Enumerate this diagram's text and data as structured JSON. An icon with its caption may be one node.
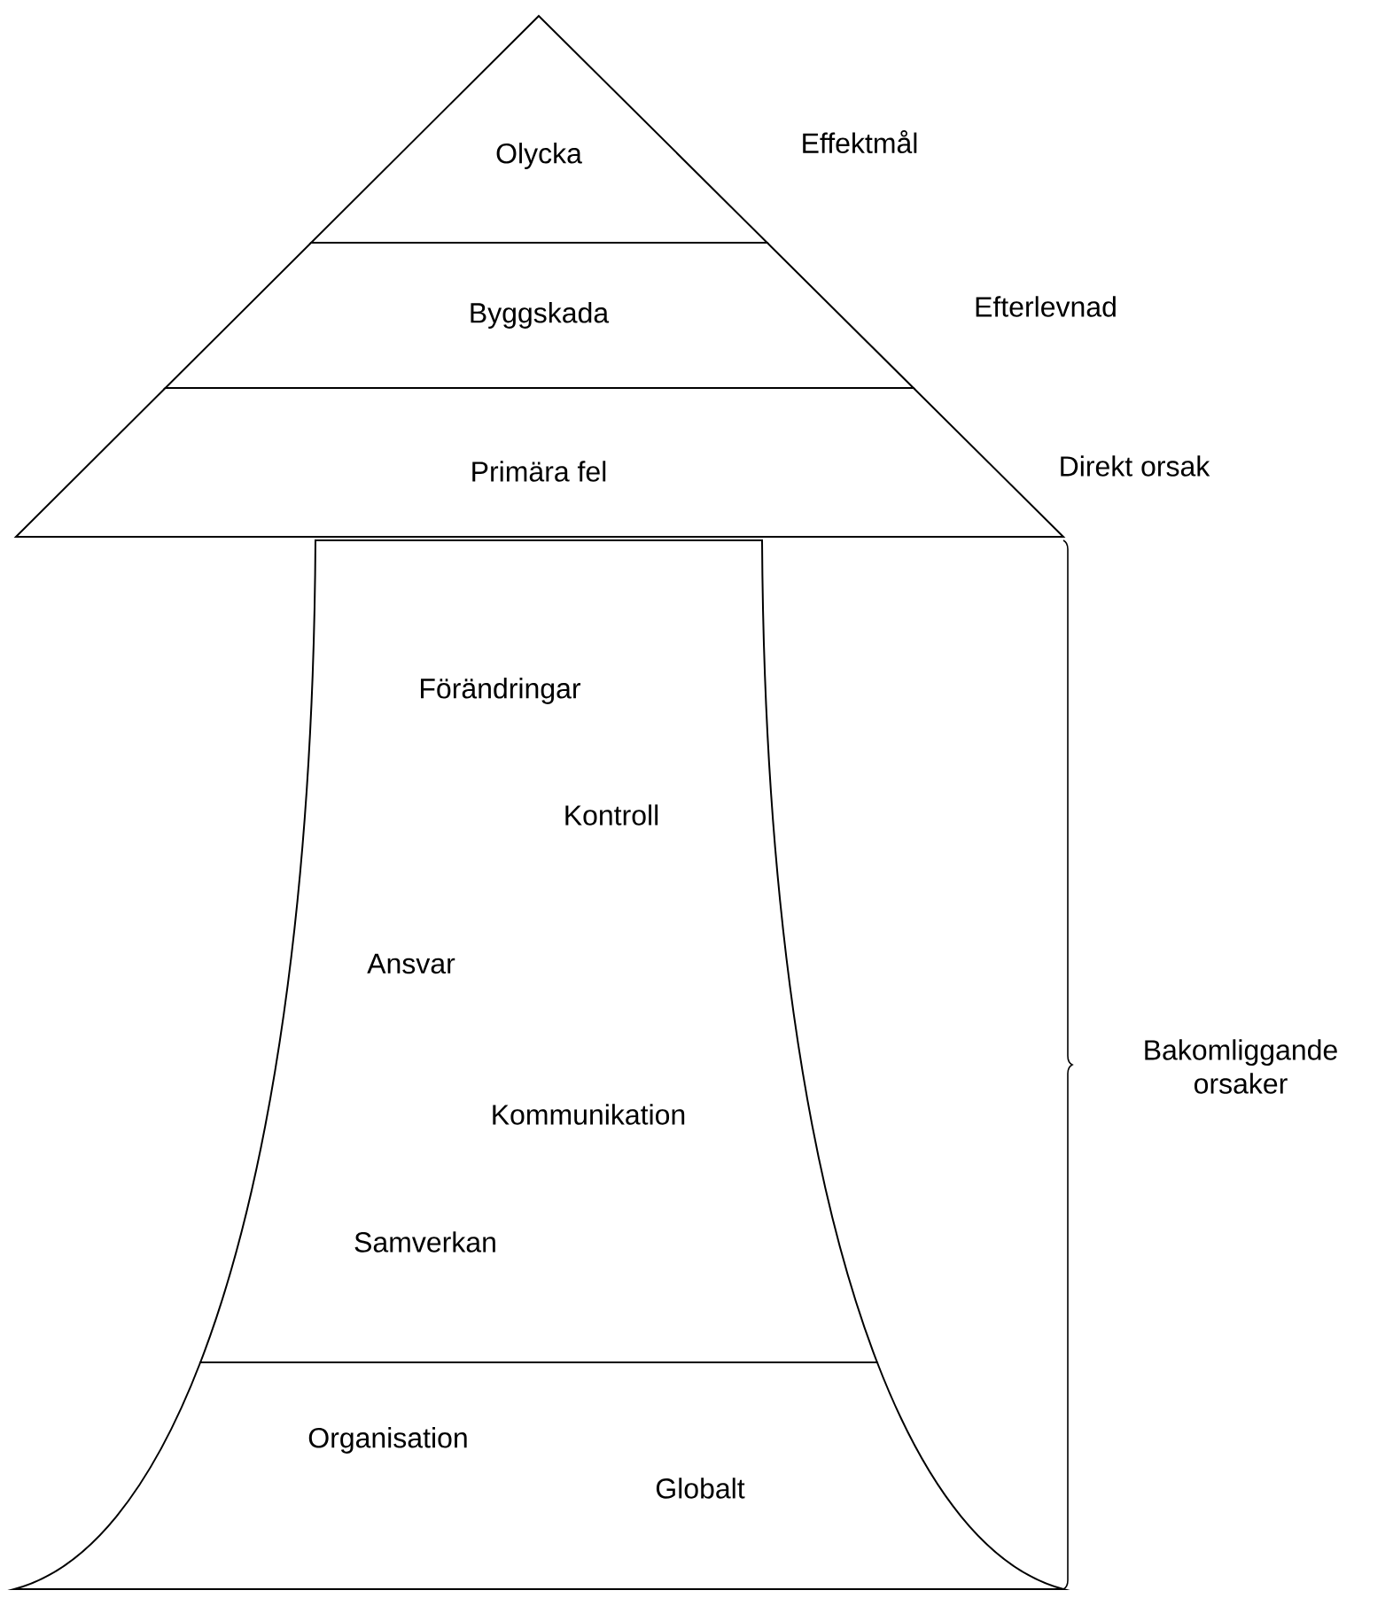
{
  "diagram": {
    "nodes": [
      {
        "text": [
          "Olycka"
        ],
        "beside": [
          "Effektmål"
        ]
      },
      {
        "text": [
          "Byggskada"
        ],
        "beside": [
          "Efterlevnad"
        ]
      },
      {
        "text": [
          "Primära fel"
        ],
        "beside": [
          "Direkt orsak"
        ]
      },
      {
        "text": [
          "Förändringar",
          "Kontroll",
          "Ansvar",
          "Kommunikation",
          "Samverkan"
        ]
      },
      {
        "text": [
          "Organisation",
          "Globalt"
        ]
      }
    ],
    "labels": [
      "Bakomliggande orsaker"
    ]
  }
}
